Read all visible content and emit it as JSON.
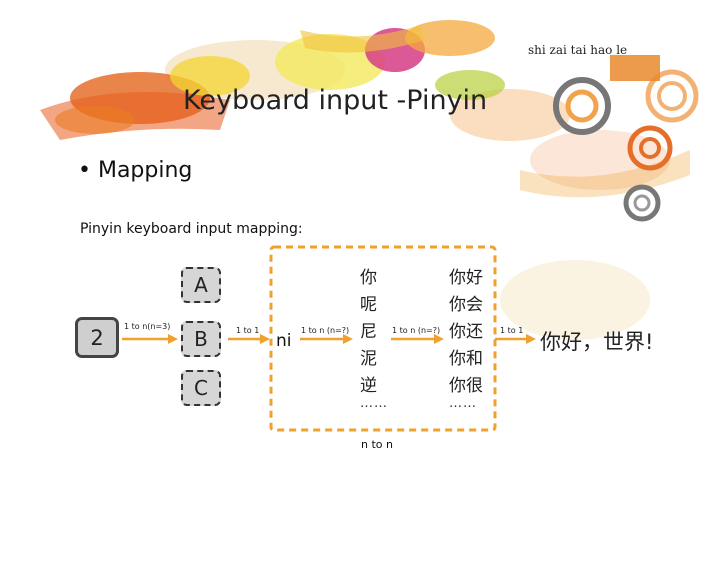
{
  "slide": {
    "title": "Keyboard input -Pinyin",
    "corner_text": "shi zai tai hao le",
    "bullet": "• Mapping"
  },
  "diagram": {
    "subtitle": "Pinyin keyboard input mapping:",
    "key_digit": "2",
    "letters": [
      "A",
      "B",
      "C"
    ],
    "pinyin": "ni",
    "characters": [
      "你",
      "呢",
      "尼",
      "泥",
      "逆"
    ],
    "characters_more": "……",
    "words": [
      "你好",
      "你会",
      "你还",
      "你和",
      "你很"
    ],
    "words_more": "……",
    "result": "你好，世界!",
    "mapping_labels": {
      "digit_to_letters": "1 to n(n=3)",
      "letter_to_pinyin": "1 to 1",
      "pinyin_to_characters": "1 to n (n=?)",
      "characters_to_words": "1 to n (n=?)",
      "words_to_result": "1 to 1",
      "group": "n to n"
    },
    "accent_color": "#f0a02c"
  }
}
